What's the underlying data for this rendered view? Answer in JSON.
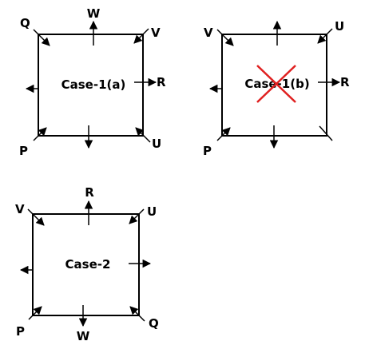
{
  "colors": {
    "line": "#000000",
    "cross": "#e02020",
    "background": "#ffffff"
  },
  "diagrams": [
    {
      "case_label": "Case-1(a)",
      "labels": {
        "top": "W",
        "top_left": "Q",
        "top_right": "V",
        "right": "R",
        "bottom_left": "P",
        "bottom_right": "U"
      },
      "crossed": false
    },
    {
      "case_label": "Case-1(b)",
      "labels": {
        "top_left": "V",
        "top_right": "U",
        "right": "R",
        "bottom_left": "P"
      },
      "crossed": true
    },
    {
      "case_label": "Case-2",
      "labels": {
        "top": "R",
        "top_left": "V",
        "top_right": "U",
        "bottom": "W",
        "bottom_left": "P",
        "bottom_right": "Q"
      },
      "crossed": false
    }
  ]
}
